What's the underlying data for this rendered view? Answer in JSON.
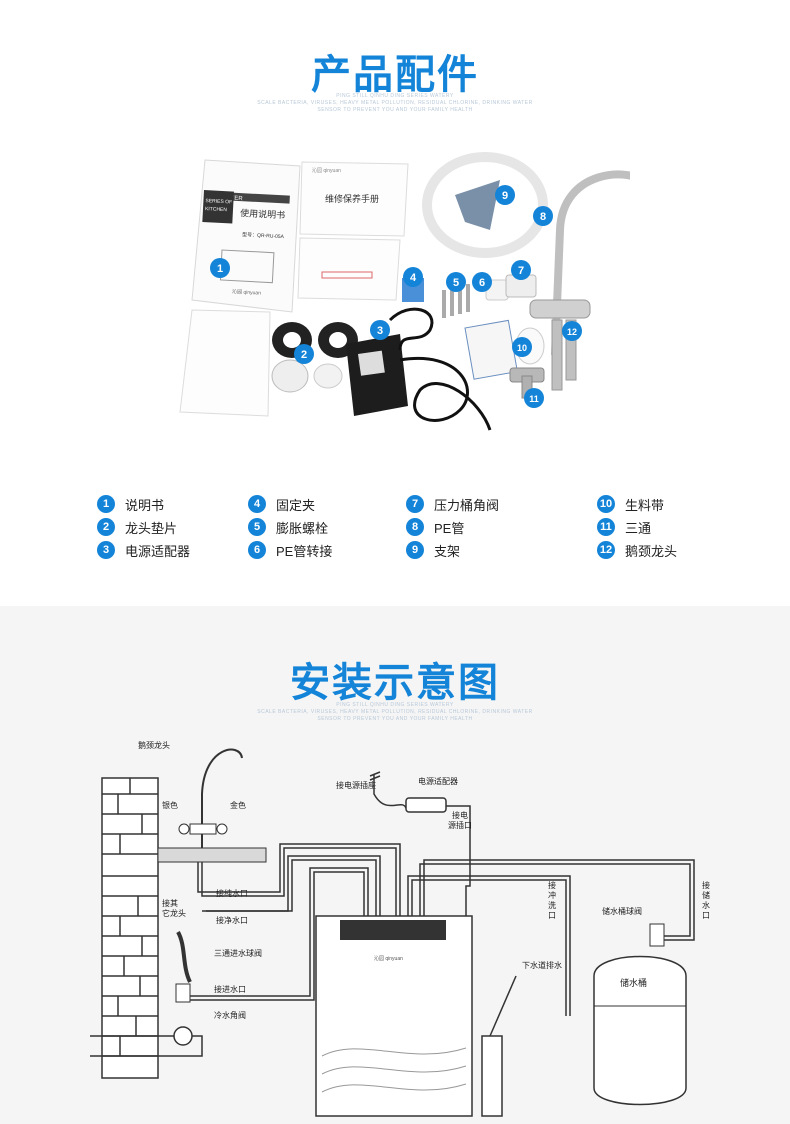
{
  "section1": {
    "title": "产品配件",
    "subtitle_lines": [
      "PING STILL QINHU DING SERIES WATERY",
      "SCALE BACTERIA, VIRUSES, HEAVY METAL POLLUTION, RESIDUAL CHLORINE, DRINKING WATER",
      "SENSOR TO PREVENT YOU AND YOUR FAMILY HEALTH"
    ],
    "photo": {
      "manual_cover": [
        "SERIES OF",
        "KITCHEN",
        "使用说明书",
        "型号：QR-RU-05A"
      ],
      "manual_header": "WATER",
      "maintenance_book": "维修保养手册",
      "brand": "沁园 qinyuan",
      "badge_numbers": [
        "1",
        "2",
        "3",
        "4",
        "5",
        "6",
        "7",
        "8",
        "9",
        "10",
        "11",
        "12"
      ]
    },
    "legend": [
      {
        "num": "1",
        "label": "说明书"
      },
      {
        "num": "2",
        "label": "龙头垫片"
      },
      {
        "num": "3",
        "label": "电源适配器"
      },
      {
        "num": "4",
        "label": "固定夹"
      },
      {
        "num": "5",
        "label": "膨胀螺栓"
      },
      {
        "num": "6",
        "label": "PE管转接"
      },
      {
        "num": "7",
        "label": "压力桶角阀"
      },
      {
        "num": "8",
        "label": "PE管"
      },
      {
        "num": "9",
        "label": "支架"
      },
      {
        "num": "10",
        "label": "生料带"
      },
      {
        "num": "11",
        "label": "三通"
      },
      {
        "num": "12",
        "label": "鹅颈龙头"
      }
    ]
  },
  "section2": {
    "title": "安装示意图",
    "subtitle_lines": [
      "PING STILL QINHU DING SERIES WATERY",
      "SCALE BACTERIA, VIRUSES, HEAVY METAL POLLUTION, RESIDUAL CHLORINE, DRINKING WATER",
      "SENSOR TO PREVENT YOU AND YOUR FAMILY HEALTH"
    ],
    "diagram": {
      "gooseneck": "鹅颈龙头",
      "silver": "银色",
      "gold": "金色",
      "pure_water_inlet": "接纯水口",
      "clean_water_inlet": "接净水口",
      "other_faucet_1": "接其",
      "other_faucet_2": "它龙头",
      "tee_valve": "三通进水球阀",
      "feed_inlet": "接进水口",
      "cold_valve": "冷水角阀",
      "power_socket": "接电源插座",
      "adapter": "电源适配器",
      "adapter_port_1": "接电",
      "adapter_port_2": "源插口",
      "flush_outlet": [
        "接",
        "冲",
        "洗",
        "口"
      ],
      "drain": "下水道排水",
      "tank_valve": "储水桶球阀",
      "tank_port": [
        "接",
        "储",
        "水",
        "口"
      ],
      "tank": "储水桶",
      "unit_brand": "沁园 qinyuan"
    }
  }
}
